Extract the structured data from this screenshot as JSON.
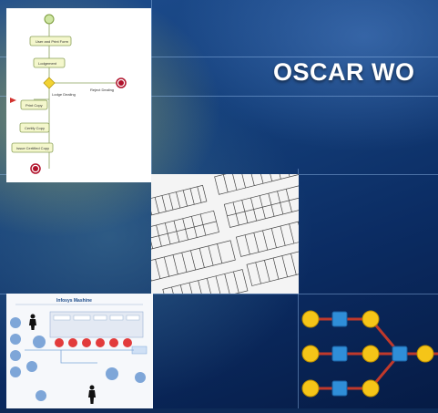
{
  "title": "OSCAR WO",
  "workflow": {
    "steps": [
      "User and Print Form",
      "Lodgement",
      "Print Copy",
      "Certify Copy",
      "Issue Certified Copy"
    ],
    "branch_accept": "Lodge Dealing",
    "branch_reject": "Reject Dealing"
  },
  "infra_diagram": {
    "title": "Infosys Mashine"
  },
  "colors": {
    "accent": "#f5c518",
    "node_blue": "#2f8ed8",
    "edge_red": "#c0392b"
  }
}
